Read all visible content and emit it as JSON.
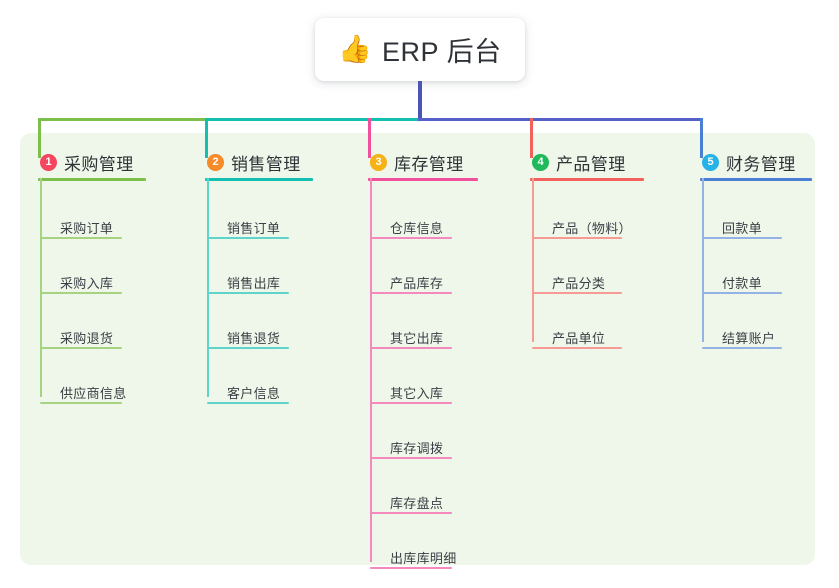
{
  "root": {
    "icon": "thumbs-up-icon",
    "emoji": "👍",
    "title": "ERP 后台"
  },
  "colors": {
    "panel_bg": "#eef7ea",
    "page_bg": "#ffffff",
    "root_stem": "#4a55b5",
    "trunk_left": "#7cc04b",
    "trunk_mid": "#13bfb0",
    "trunk_right": "#5560c8",
    "column_1": "#7cc04b",
    "column_2": "#13bfb0",
    "column_3": "#ef4f9b",
    "column_4": "#f2615c",
    "column_5": "#4a7fd4",
    "badge_1": "#f5465f",
    "badge_2": "#f68b28",
    "badge_3": "#f7b215",
    "badge_4": "#20ba5a",
    "badge_5": "#27b3e8",
    "text": "#2f3338"
  },
  "columns": [
    {
      "index": "1",
      "title": "采购管理",
      "badge_color": "#f5465f",
      "line_color": "#7cc04b",
      "leaf_line_color": "#a5d37f",
      "items": [
        {
          "label": "采购订单"
        },
        {
          "label": "采购入库"
        },
        {
          "label": "采购退货"
        },
        {
          "label": "供应商信息"
        }
      ]
    },
    {
      "index": "2",
      "title": "销售管理",
      "badge_color": "#f68b28",
      "line_color": "#13bfb0",
      "leaf_line_color": "#5fd4cb",
      "items": [
        {
          "label": "销售订单"
        },
        {
          "label": "销售出库"
        },
        {
          "label": "销售退货"
        },
        {
          "label": "客户信息"
        }
      ]
    },
    {
      "index": "3",
      "title": "库存管理",
      "badge_color": "#f7b215",
      "line_color": "#ef4f9b",
      "leaf_line_color": "#f389bd",
      "items": [
        {
          "label": "仓库信息"
        },
        {
          "label": "产品库存"
        },
        {
          "label": "其它出库"
        },
        {
          "label": "其它入库"
        },
        {
          "label": "库存调拨"
        },
        {
          "label": "库存盘点"
        },
        {
          "label": "出库库明细"
        }
      ]
    },
    {
      "index": "4",
      "title": "产品管理",
      "badge_color": "#20ba5a",
      "line_color": "#f2615c",
      "leaf_line_color": "#f79a94",
      "items": [
        {
          "label": "产品（物料）"
        },
        {
          "label": "产品分类"
        },
        {
          "label": "产品单位"
        }
      ]
    },
    {
      "index": "5",
      "title": "财务管理",
      "badge_color": "#27b3e8",
      "line_color": "#4a7fd4",
      "leaf_line_color": "#94b3e4",
      "items": [
        {
          "label": "回款单"
        },
        {
          "label": "付款单"
        },
        {
          "label": "结算账户"
        }
      ]
    }
  ]
}
